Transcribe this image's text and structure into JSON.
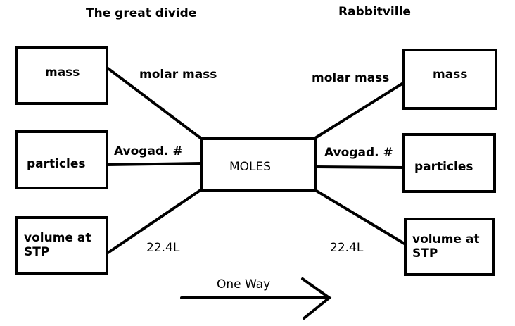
{
  "headings": {
    "left": "The great divide",
    "right": "Rabbitville"
  },
  "center": {
    "label": "MOLES"
  },
  "left_side": {
    "boxes": {
      "mass": "mass",
      "particles": "particles",
      "volume_line1": "volume at",
      "volume_line2": "STP"
    },
    "connectors": {
      "mass": "molar mass",
      "particles": "Avogad. #",
      "volume": "22.4L"
    }
  },
  "right_side": {
    "boxes": {
      "mass": "mass",
      "particles": "particles",
      "volume_line1": "volume at",
      "volume_line2": "STP"
    },
    "connectors": {
      "mass": "molar mass",
      "particles": "Avogad. #",
      "volume": "22.4L"
    }
  },
  "arrow": {
    "label": "One Way"
  }
}
